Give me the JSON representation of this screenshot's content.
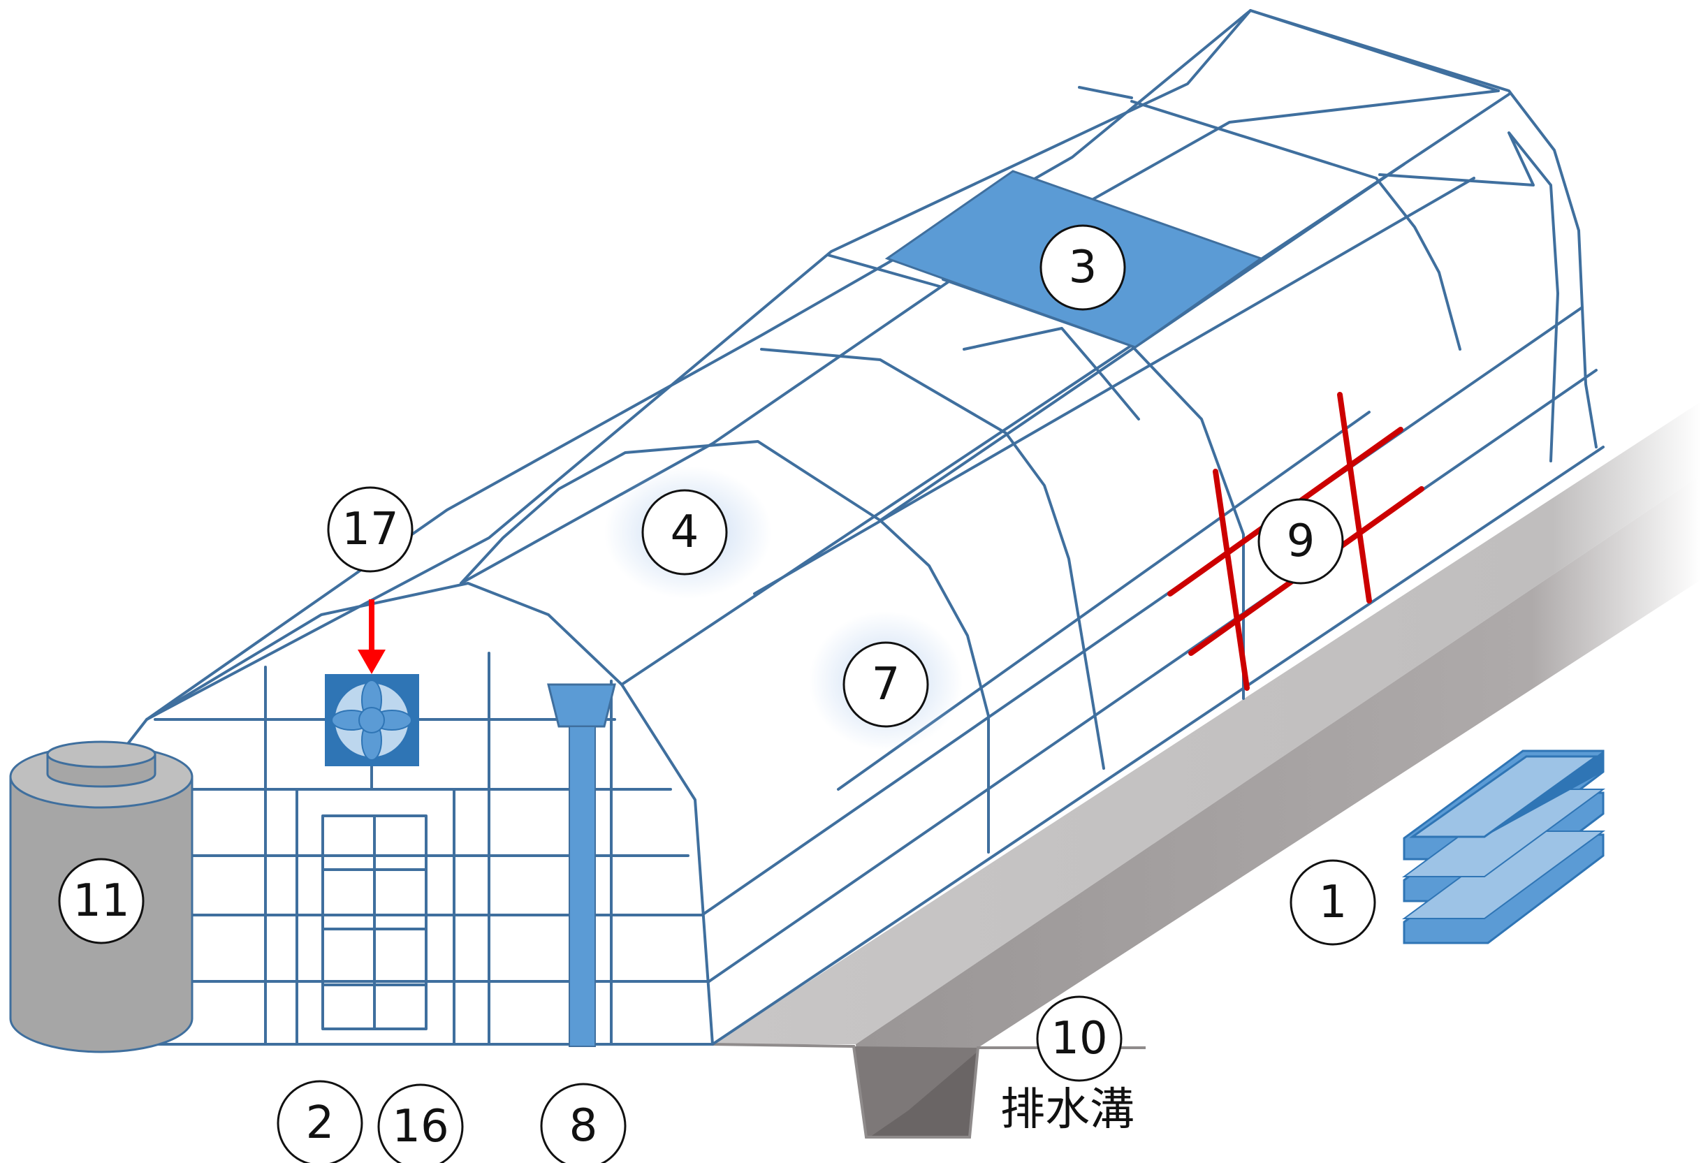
{
  "labels": {
    "l1": "1",
    "l2": "2",
    "l3": "3",
    "l4": "4",
    "l7": "7",
    "l8": "8",
    "l9": "9",
    "l10": "10",
    "l11": "11",
    "l16": "16",
    "l17": "17"
  },
  "drain_caption": "排水溝",
  "colors": {
    "frame": "#3f6f9e",
    "accent_blue": "#5b9bd5",
    "tank_gray": "#a6a6a6",
    "ground_gray": "#c9c7c7",
    "warning_red": "#cc0000",
    "arrow_red": "#ff0000"
  }
}
